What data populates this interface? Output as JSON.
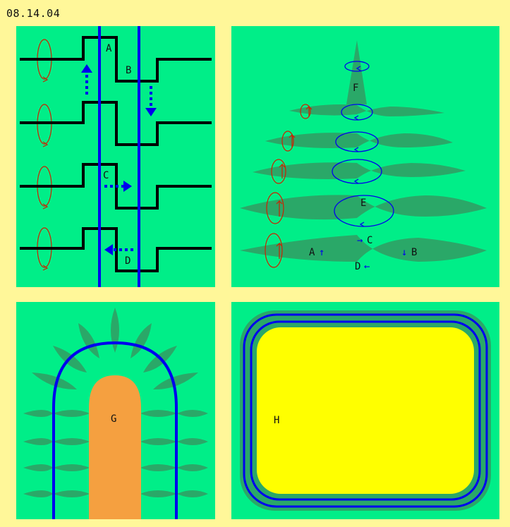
{
  "date": "08.14.04",
  "panel1": {
    "labels": {
      "a": "A",
      "b": "B",
      "c": "C",
      "d": "D"
    }
  },
  "panel2": {
    "labels": {
      "f": "F",
      "e": "E",
      "a": "A",
      "b": "B",
      "c": "C",
      "d": "D"
    },
    "arrows": {
      "up": "↑",
      "down": "↓",
      "right": "→",
      "left": "←"
    }
  },
  "panel3": {
    "labels": {
      "g": "G"
    }
  },
  "panel4": {
    "labels": {
      "h": "H"
    }
  },
  "colors": {
    "background": "#FFF799",
    "panel": "#00EE88",
    "leaf": "#2AA868",
    "line": "#000000",
    "blue": "#0000EE",
    "red": "#CC2200",
    "orange": "#F5A040",
    "yellow": "#FFFF00"
  }
}
